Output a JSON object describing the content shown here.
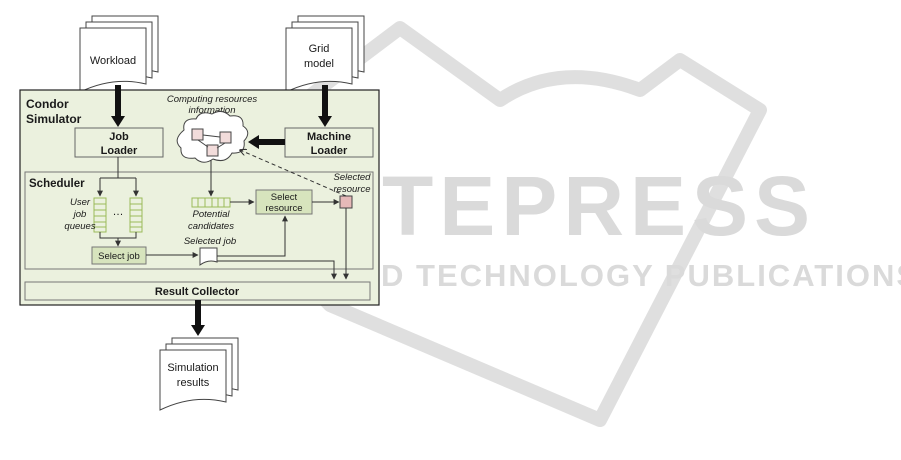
{
  "watermark": {
    "brand": "SCITEPRESS",
    "tagline": "SCIENCE AND TECHNOLOGY PUBLICATIONS"
  },
  "diagram": {
    "inputs": {
      "workload": "Workload",
      "grid_model_line1": "Grid",
      "grid_model_line2": "model"
    },
    "simulator": {
      "title_line1": "Condor",
      "title_line2": "Simulator",
      "job_loader_line1": "Job",
      "job_loader_line2": "Loader",
      "machine_loader_line1": "Machine",
      "machine_loader_line2": "Loader",
      "resources_info_line1": "Computing resources",
      "resources_info_line2": "information"
    },
    "scheduler": {
      "title": "Scheduler",
      "user_job_queues_line1": "User",
      "user_job_queues_line2": "job",
      "user_job_queues_line3": "queues",
      "ellipsis": "…",
      "potential_candidates_line1": "Potential",
      "potential_candidates_line2": "candidates",
      "select_resource_line1": "Select",
      "select_resource_line2": "resource",
      "selected_resource_line1": "Selected",
      "selected_resource_line2": "resource",
      "select_job": "Select job",
      "selected_job": "Selected job"
    },
    "result_collector": "Result Collector",
    "output": {
      "line1": "Simulation",
      "line2": "results"
    }
  }
}
